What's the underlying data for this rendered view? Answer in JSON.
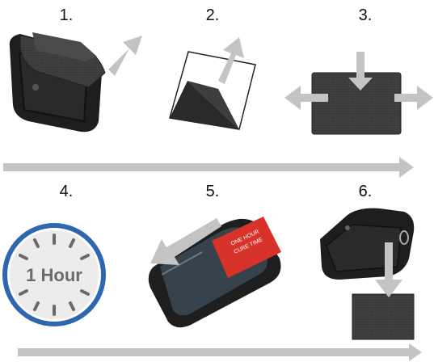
{
  "steps": [
    {
      "label": "1."
    },
    {
      "label": "2."
    },
    {
      "label": "3."
    },
    {
      "label": "4."
    },
    {
      "label": "5."
    },
    {
      "label": "6."
    }
  ],
  "clock": {
    "text": "1 Hour"
  },
  "phone_screen": {
    "line1": "ONE HOUR",
    "line2": "CURE TIME"
  },
  "colors": {
    "arrow": "#c4c4c4",
    "clock_ring": "#2f66b0",
    "velcro": "#3a3a3a",
    "case": "#1e1e1e",
    "red": "#d8332a"
  }
}
